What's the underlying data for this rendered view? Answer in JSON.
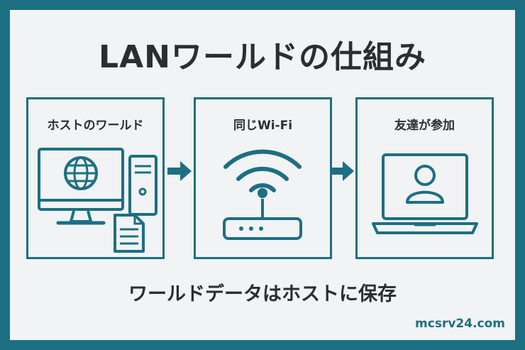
{
  "title": "LANワールドの仕組み",
  "panels": [
    {
      "label": "ホストのワールド",
      "icons": [
        "monitor-icon",
        "globe-icon",
        "pc-tower-icon",
        "document-icon"
      ]
    },
    {
      "label": "同じWi-Fi",
      "icons": [
        "wifi-icon",
        "router-icon"
      ]
    },
    {
      "label": "友達が参加",
      "icons": [
        "laptop-icon",
        "user-icon"
      ]
    }
  ],
  "footer_text": "ワールドデータはホストに保存",
  "site": "mcsrv24.com",
  "colors": {
    "accent": "#1d6f82",
    "background": "#f1f3f4",
    "text": "#2b2e31"
  }
}
